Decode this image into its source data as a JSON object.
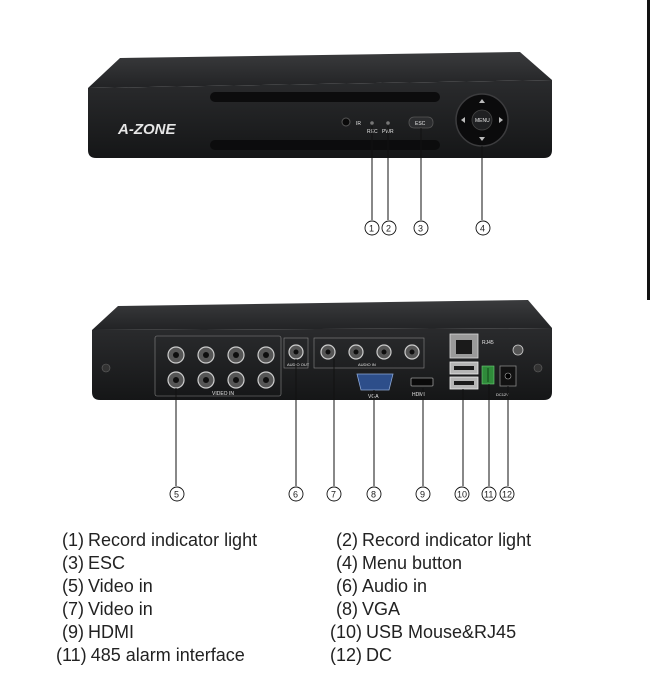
{
  "device": {
    "brand": "A-ZONE",
    "front_labels": {
      "ir": "IR",
      "rec": "REC",
      "pwr": "PWR",
      "esc": "ESC",
      "menu": "MENU"
    },
    "back_labels": {
      "video_in": "VIDEO IN",
      "audio_out": "AUDIO OUT",
      "audio_in": "AUDIO IN",
      "vga": "VGA",
      "hdmi": "HDMI",
      "rj45": "RJ45",
      "dc": "DC12V"
    }
  },
  "callouts": [
    "①",
    "②",
    "③",
    "④",
    "⑤",
    "⑥",
    "⑦",
    "⑧",
    "⑨",
    "⑩",
    "⑪",
    "⑫"
  ],
  "legend": [
    {
      "num": "(1)",
      "label": "Record indicator light"
    },
    {
      "num": "(2)",
      "label": "Record indicator light"
    },
    {
      "num": "(3)",
      "label": "ESC"
    },
    {
      "num": "(4)",
      "label": "Menu button"
    },
    {
      "num": "(5)",
      "label": "Video in"
    },
    {
      "num": "(6)",
      "label": "Audio in"
    },
    {
      "num": "(7)",
      "label": "Video in"
    },
    {
      "num": "(8)",
      "label": "VGA"
    },
    {
      "num": "(9)",
      "label": "HDMI"
    },
    {
      "num": "(10)",
      "label": "USB Mouse&RJ45"
    },
    {
      "num": "(11)",
      "label": "485 alarm interface"
    },
    {
      "num": "(12)",
      "label": "DC"
    }
  ],
  "colors": {
    "chassis": "#1c1d1f",
    "chassis_top": "#2b2c2e",
    "line": "#111111",
    "text": "#222222"
  }
}
